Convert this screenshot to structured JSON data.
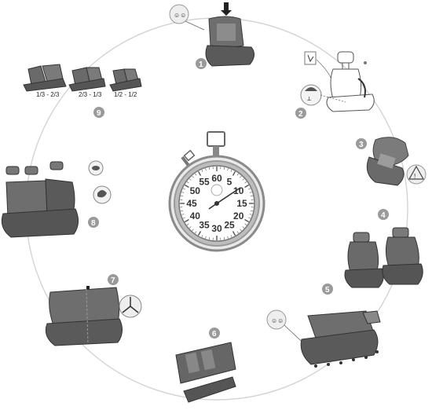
{
  "steps": {
    "s1": "1",
    "s2": "2",
    "s3": "3",
    "s4": "4",
    "s5": "5",
    "s6": "6",
    "s7": "7",
    "s8": "8",
    "s9": "9"
  },
  "split_labels": [
    "1/3 - 2/3",
    "2/3 - 1/3",
    "1/2 - 1/2"
  ],
  "dial_numbers": [
    "60",
    "5",
    "10",
    "15",
    "20",
    "25",
    "30",
    "35",
    "40",
    "45",
    "50",
    "55"
  ],
  "colors": {
    "seat": "#6e6e6e",
    "seat_dark": "#4a4a4a",
    "seat_light": "#a8a8a8",
    "line": "#cfcfcf",
    "badge": "#9a9a9a"
  },
  "icons": [
    "stopwatch-icon",
    "seat-cover-icon",
    "headrest-icon",
    "hook-icon",
    "warning-triangle-icon",
    "fastener-icon"
  ]
}
